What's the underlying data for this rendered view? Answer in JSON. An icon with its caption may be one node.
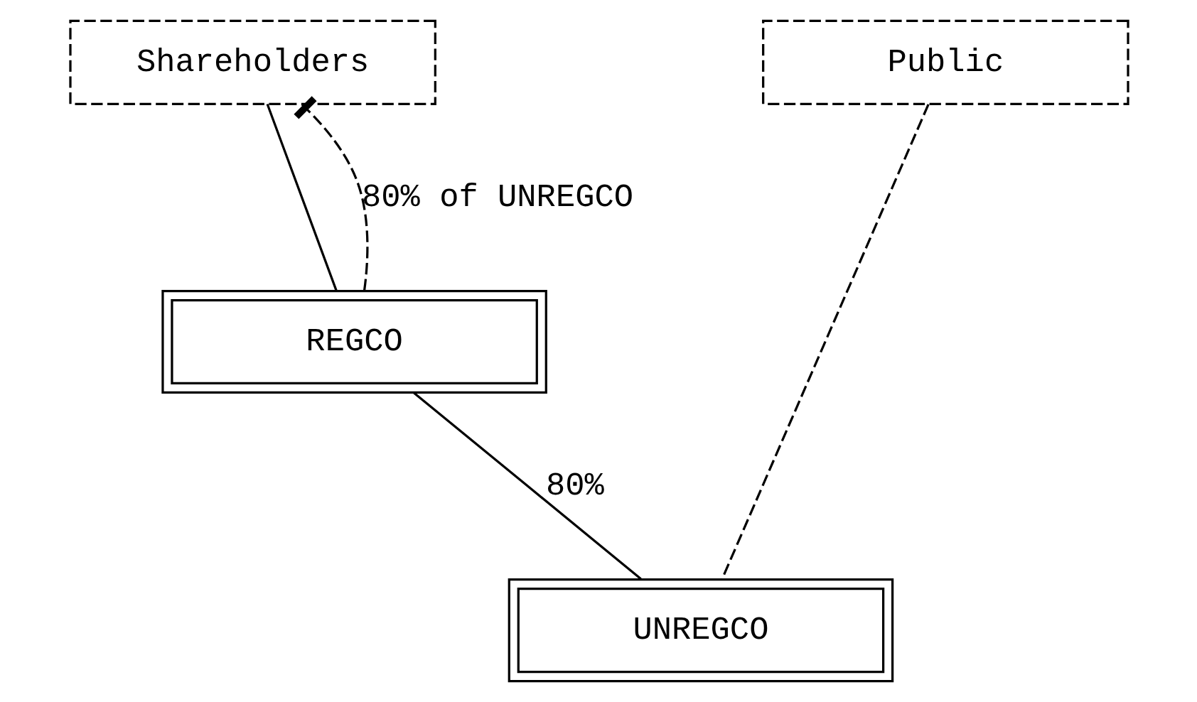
{
  "diagram": {
    "nodes": [
      {
        "text": [
          "Shareholders"
        ]
      },
      {
        "text": [
          "Public"
        ]
      },
      {
        "text": [
          "REGCO"
        ]
      },
      {
        "text": [
          "UNREGCO"
        ]
      }
    ],
    "edges": [
      {
        "from": 0,
        "to": 2,
        "arrow": "none"
      },
      {
        "from": 2,
        "to": 0,
        "arrow": "other",
        "style": "dashed",
        "label": "80% of UNREGCO"
      },
      {
        "from": 2,
        "to": 3,
        "arrow": "none",
        "label": "80%"
      },
      {
        "from": 1,
        "to": 3,
        "arrow": "none",
        "style": "dashed"
      }
    ]
  }
}
